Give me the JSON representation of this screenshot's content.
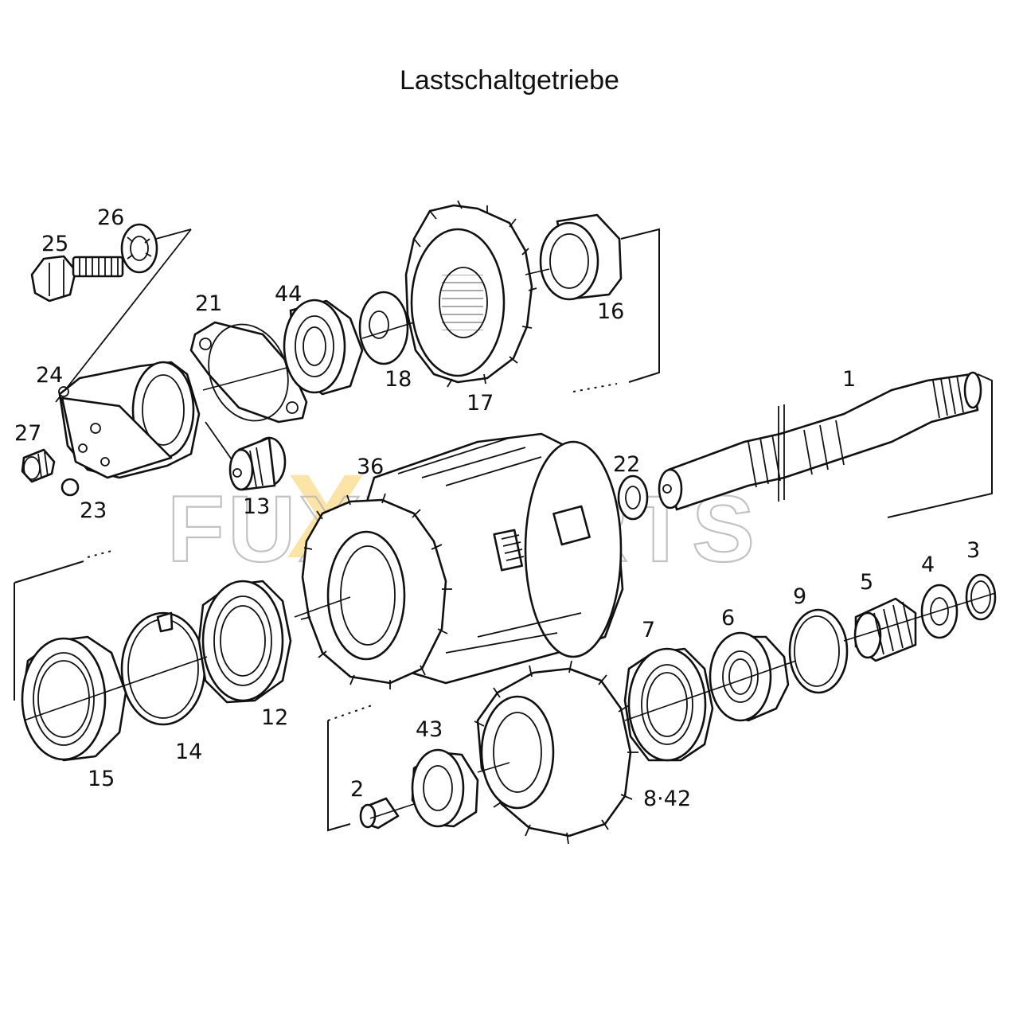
{
  "title": "Lastschaltgetriebe",
  "watermark": {
    "text": "FUXXPARTS",
    "accent_color": "#f4b400",
    "outline_color": "#b8b8b8"
  },
  "parts": [
    {
      "id": "1",
      "label": "1"
    },
    {
      "id": "2",
      "label": "2"
    },
    {
      "id": "3",
      "label": "3"
    },
    {
      "id": "4",
      "label": "4"
    },
    {
      "id": "5",
      "label": "5"
    },
    {
      "id": "6",
      "label": "6"
    },
    {
      "id": "7",
      "label": "7"
    },
    {
      "id": "8",
      "label": "8·42"
    },
    {
      "id": "9",
      "label": "9"
    },
    {
      "id": "12",
      "label": "12"
    },
    {
      "id": "13",
      "label": "13"
    },
    {
      "id": "14",
      "label": "14"
    },
    {
      "id": "15",
      "label": "15"
    },
    {
      "id": "16",
      "label": "16"
    },
    {
      "id": "17",
      "label": "17"
    },
    {
      "id": "18",
      "label": "18"
    },
    {
      "id": "21",
      "label": "21"
    },
    {
      "id": "22",
      "label": "22"
    },
    {
      "id": "23",
      "label": "23"
    },
    {
      "id": "24",
      "label": "24"
    },
    {
      "id": "25",
      "label": "25"
    },
    {
      "id": "26",
      "label": "26"
    },
    {
      "id": "27",
      "label": "27"
    },
    {
      "id": "36",
      "label": "36"
    },
    {
      "id": "43",
      "label": "43"
    },
    {
      "id": "44",
      "label": "44"
    }
  ]
}
